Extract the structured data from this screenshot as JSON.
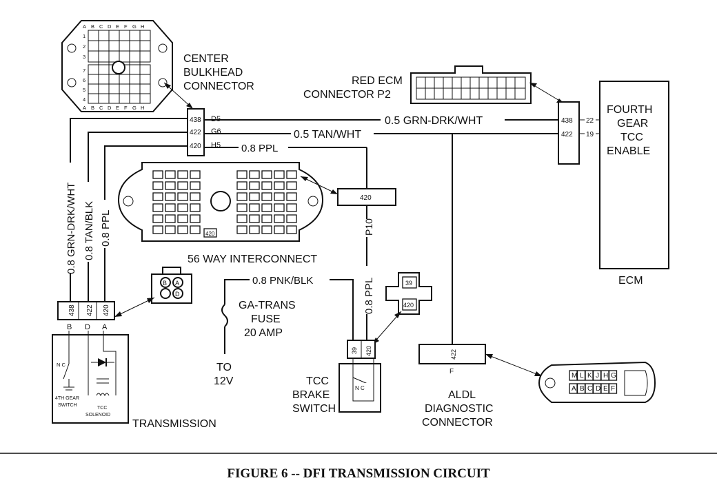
{
  "labels": {
    "center_bulkhead_1": "CENTER",
    "center_bulkhead_2": "BULKHEAD",
    "center_bulkhead_3": "CONNECTOR",
    "red_ecm_1": "RED ECM",
    "red_ecm_2": "CONNECTOR P2",
    "fourth_gear_1": "FOURTH",
    "fourth_gear_2": "GEAR",
    "fourth_gear_3": "TCC",
    "fourth_gear_4": "ENABLE",
    "ecm": "ECM",
    "interconnect": "56 WAY INTERCONNECT",
    "fuse_1": "GA-TRANS",
    "fuse_2": "FUSE",
    "fuse_3": "20 AMP",
    "to_12v_1": "TO",
    "to_12v_2": "12V",
    "tcc_brake_1": "TCC",
    "tcc_brake_2": "BRAKE",
    "tcc_brake_3": "SWITCH",
    "aldl_1": "ALDL",
    "aldl_2": "DIAGNOSTIC",
    "aldl_3": "CONNECTOR",
    "transmission": "TRANSMISSION",
    "fourth_gear_switch_1": "4TH GEAR",
    "fourth_gear_switch_2": "SWITCH",
    "tcc_solenoid_1": "TCC",
    "tcc_solenoid_2": "SOLENOID",
    "nc_1": "N C",
    "nc_2": "N C",
    "caption": "FIGURE 6 -- DFI TRANSMISSION CIRCUIT"
  },
  "wires": {
    "grn": "0.5 GRN-DRK/WHT",
    "tan": "0.5 TAN/WHT",
    "ppl_top": "0.8 PPL",
    "vert_grn": "0.8 GRN-DRK/WHT",
    "vert_tan": "0.8 TAN/BLK",
    "vert_ppl": "0.8 PPL",
    "pnk": "0.8 PNK/BLK",
    "ppl_brake": "0.8 PPL",
    "p10": "P10"
  },
  "pins": {
    "bulk_438": "438",
    "bulk_422": "422",
    "bulk_420": "420",
    "bulk_d5": "D5",
    "bulk_g6": "G6",
    "bulk_h5": "H5",
    "ecm_438": "438",
    "ecm_422": "422",
    "ecm_22": "22",
    "ecm_19": "19",
    "ic_420": "420",
    "box_420": "420",
    "trans_438": "438",
    "trans_422": "422",
    "trans_420": "420",
    "trans_b": "B",
    "trans_d": "D",
    "trans_a": "A",
    "conn_b": "B",
    "conn_a": "A",
    "conn_d": "D",
    "brake_39": "39",
    "brake_420": "420",
    "cross_39": "39",
    "cross_420": "420",
    "aldl_422": "422",
    "aldl_f": "F",
    "aldl_top": [
      "M",
      "L",
      "K",
      "J",
      "H",
      "G"
    ],
    "aldl_bottom": [
      "A",
      "B",
      "C",
      "D",
      "E",
      "F"
    ],
    "bulk_cols": [
      "A",
      "B",
      "C",
      "D",
      "E",
      "F",
      "G",
      "H"
    ],
    "bulk_rows_top": [
      "1",
      "2",
      "3"
    ],
    "bulk_rows_bottom": [
      "7",
      "6",
      "5",
      "4"
    ]
  }
}
